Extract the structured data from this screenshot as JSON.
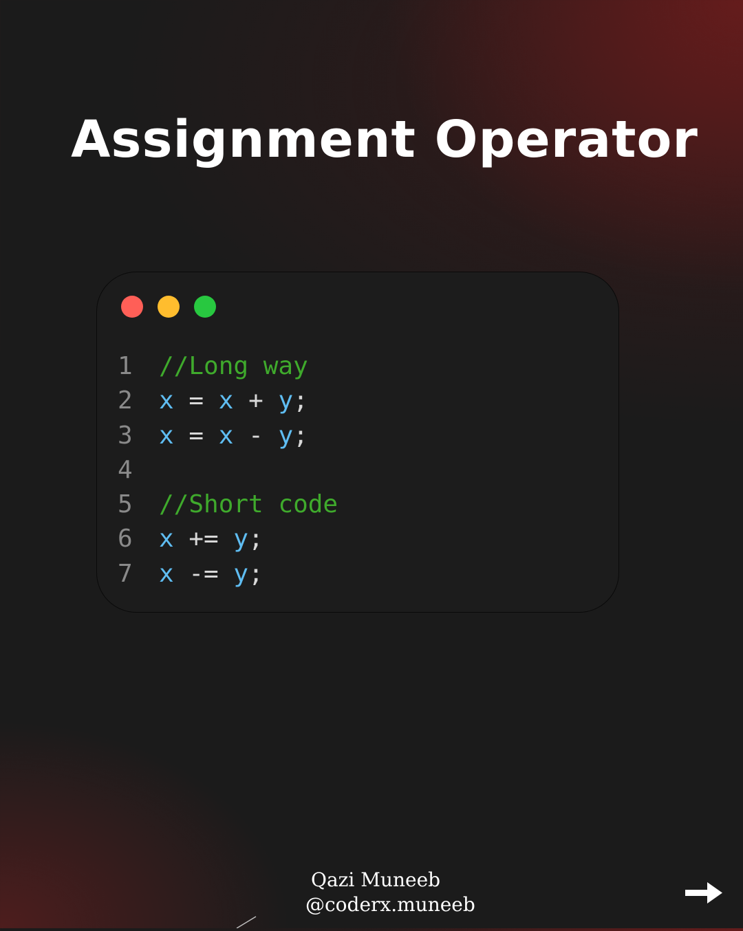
{
  "title": "Assignment Operator",
  "window_controls": [
    {
      "name": "close",
      "color": "#ff5f57"
    },
    {
      "name": "minimize",
      "color": "#ffbd2e"
    },
    {
      "name": "maximize",
      "color": "#28c840"
    }
  ],
  "code": {
    "colors": {
      "comment": "#3faa2c",
      "identifier": "#5fbdf2",
      "operator": "#d8d8d8",
      "line_number": "#8a8a8a"
    },
    "lines": [
      {
        "number": "1",
        "tokens": [
          {
            "text": "//Long way",
            "kind": "comment"
          }
        ]
      },
      {
        "number": "2",
        "tokens": [
          {
            "text": "x",
            "kind": "identifier"
          },
          {
            "text": " = ",
            "kind": "operator"
          },
          {
            "text": "x",
            "kind": "identifier"
          },
          {
            "text": " + ",
            "kind": "operator"
          },
          {
            "text": "y",
            "kind": "identifier"
          },
          {
            "text": ";",
            "kind": "operator"
          }
        ]
      },
      {
        "number": "3",
        "tokens": [
          {
            "text": "x",
            "kind": "identifier"
          },
          {
            "text": " = ",
            "kind": "operator"
          },
          {
            "text": "x",
            "kind": "identifier"
          },
          {
            "text": " - ",
            "kind": "operator"
          },
          {
            "text": "y",
            "kind": "identifier"
          },
          {
            "text": ";",
            "kind": "operator"
          }
        ]
      },
      {
        "number": "4",
        "tokens": []
      },
      {
        "number": "5",
        "tokens": [
          {
            "text": "//Short code",
            "kind": "comment"
          }
        ]
      },
      {
        "number": "6",
        "tokens": [
          {
            "text": "x",
            "kind": "identifier"
          },
          {
            "text": " += ",
            "kind": "operator"
          },
          {
            "text": "y",
            "kind": "identifier"
          },
          {
            "text": ";",
            "kind": "operator"
          }
        ]
      },
      {
        "number": "7",
        "tokens": [
          {
            "text": "x",
            "kind": "identifier"
          },
          {
            "text": " -= ",
            "kind": "operator"
          },
          {
            "text": "y",
            "kind": "identifier"
          },
          {
            "text": ";",
            "kind": "operator"
          }
        ]
      }
    ]
  },
  "footer": {
    "author_name": "Qazi Muneeb",
    "author_handle": "@coderx.muneeb"
  },
  "next_icon": "right-arrow-icon"
}
